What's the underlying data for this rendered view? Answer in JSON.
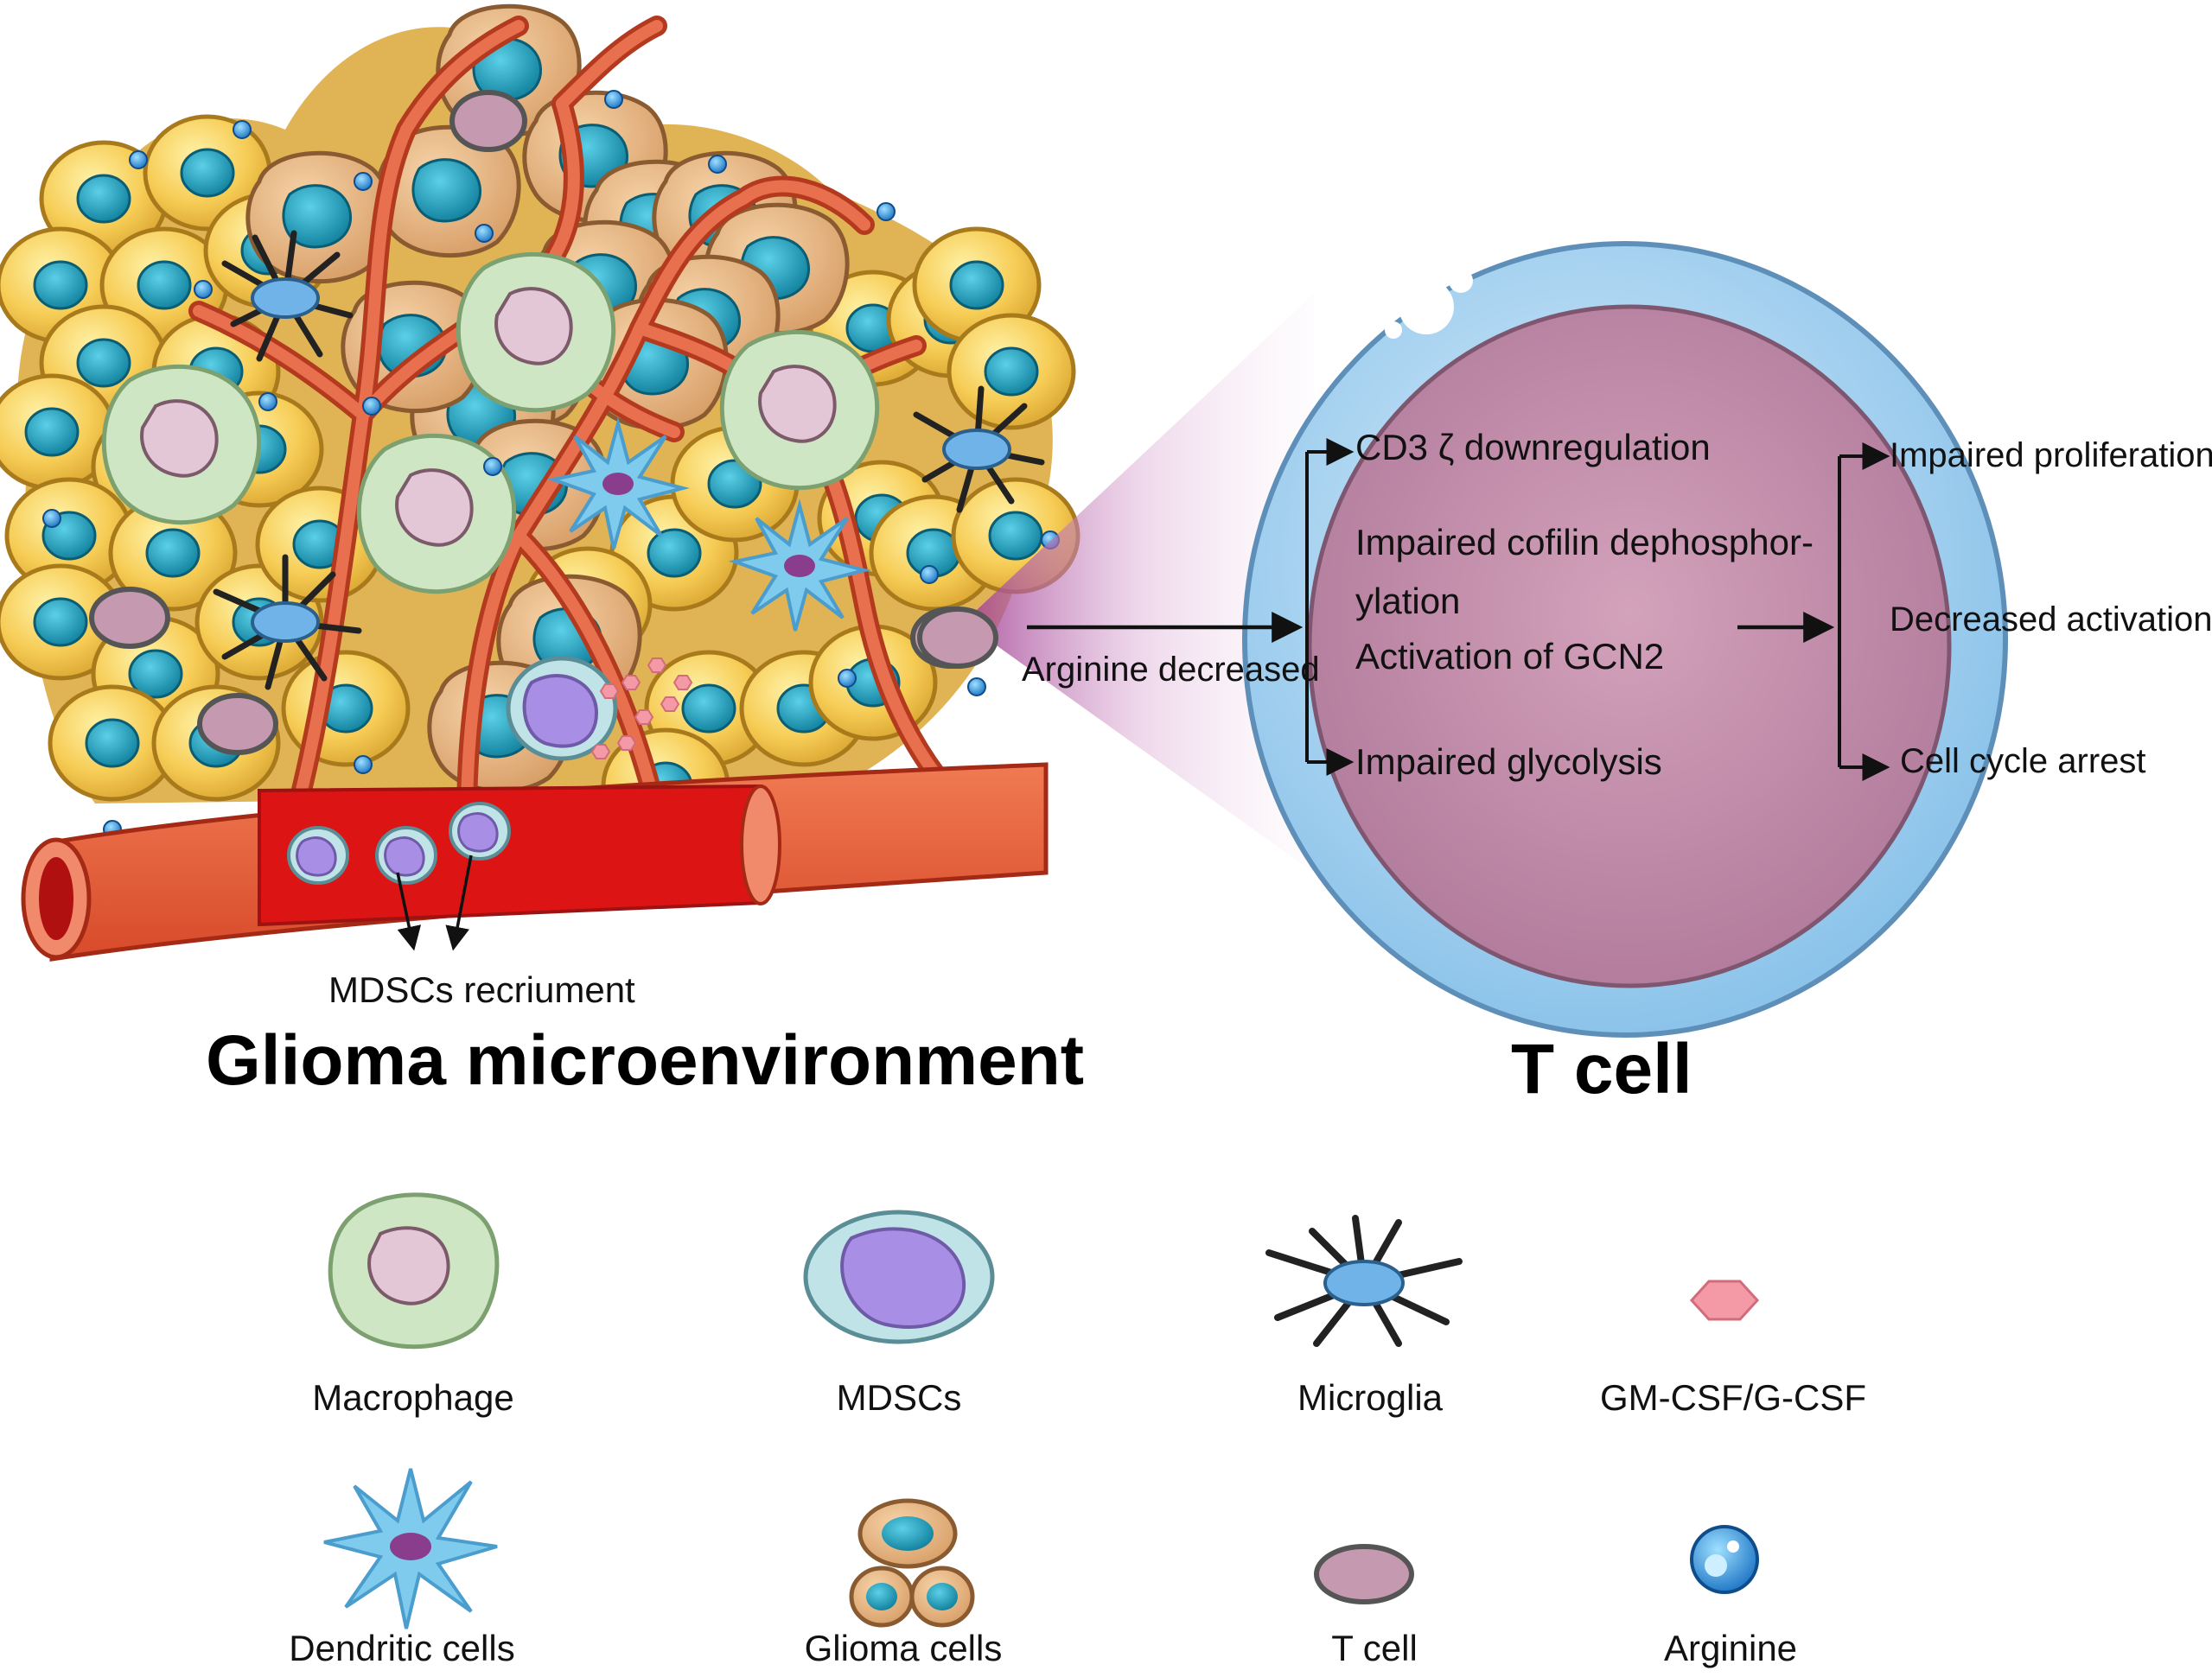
{
  "left_panel": {
    "title": "Glioma microenvironment",
    "recruitment_label": "MDSCs recriument",
    "arginine_label": "Arginine decreased"
  },
  "right_panel": {
    "title": "T cell",
    "effects": [
      "CD3 ζ  downregulation",
      "Impaired cofilin dephosphor-",
      "ylation",
      "Activation of GCN2",
      "Impaired glycolysis"
    ],
    "outcomes": [
      "Impaired proliferation",
      "Decreased activation",
      "Cell cycle arrest"
    ]
  },
  "legend": {
    "items": [
      "Macrophage",
      "MDSCs",
      "Microglia",
      "GM-CSF/G-CSF",
      "Dendritic cells",
      "Glioma cells",
      "T cell",
      "Arginine"
    ]
  },
  "colors": {
    "glioma_cell": "#f2c94c",
    "glioma_nucleus": "#1f9bb8",
    "vessel": "#d8261f",
    "macrophage": "#cfe6c4",
    "mdsc": "#a98ee6",
    "microglia": "#6fb3e8",
    "t_cell_membrane": "#a9d3ef",
    "t_cell_body": "#c48aa6",
    "arginine": "#2a8fd8",
    "gm_csf": "#f39aa6"
  }
}
